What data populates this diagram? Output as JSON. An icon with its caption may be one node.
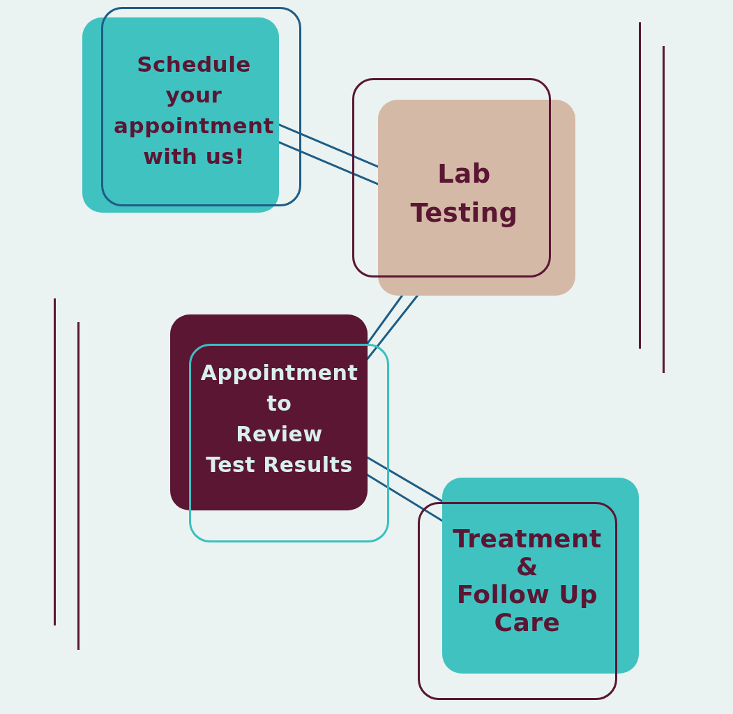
{
  "diagram": {
    "nodes": [
      {
        "text": [
          "Schedule your appointment with us!"
        ]
      },
      {
        "text": [
          "Lab Testing"
        ]
      },
      {
        "text": [
          "Appointment to Review Test Results"
        ]
      },
      {
        "text": [
          "Treatment & Follow Up Care"
        ]
      }
    ],
    "edges": [
      {
        "from": 0,
        "to": 1,
        "arrow": "none"
      },
      {
        "from": 1,
        "to": 2,
        "arrow": "none"
      },
      {
        "from": 2,
        "to": 3,
        "arrow": "none"
      }
    ]
  }
}
